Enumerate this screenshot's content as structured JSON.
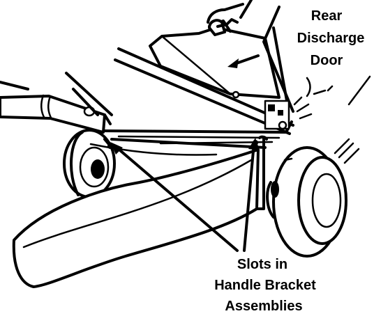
{
  "callouts": {
    "rear_discharge_door": {
      "line1": "Rear",
      "line2": "Discharge",
      "line3": "Door"
    },
    "slots": {
      "line1": "Slots in",
      "line2": "Handle Bracket",
      "line3": "Assemblies"
    }
  },
  "colors": {
    "ink": "#000000",
    "paper": "#ffffff"
  }
}
